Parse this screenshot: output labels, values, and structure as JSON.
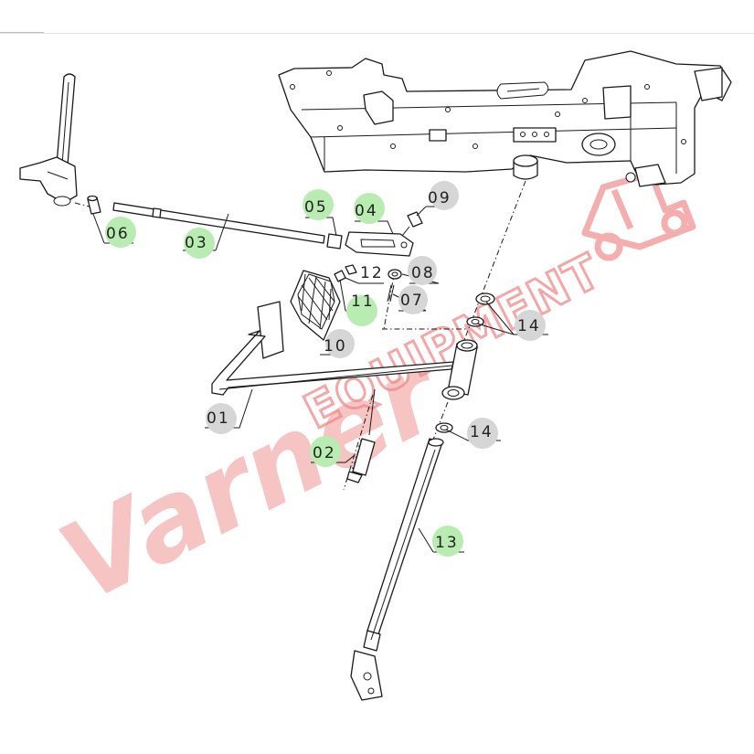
{
  "watermark": {
    "text": "Varner",
    "text2": "EQUIPMENT",
    "color": "#f08a8a"
  },
  "callouts": [
    {
      "id": "06",
      "style": "green"
    },
    {
      "id": "03",
      "style": "green"
    },
    {
      "id": "05",
      "style": "green"
    },
    {
      "id": "04",
      "style": "green"
    },
    {
      "id": "09",
      "style": "gray"
    },
    {
      "id": "12",
      "style": "none"
    },
    {
      "id": "08",
      "style": "gray"
    },
    {
      "id": "11",
      "style": "green"
    },
    {
      "id": "07",
      "style": "gray"
    },
    {
      "id": "10",
      "style": "gray"
    },
    {
      "id": "14",
      "style": "gray"
    },
    {
      "id": "01",
      "style": "gray"
    },
    {
      "id": "14",
      "style": "gray"
    },
    {
      "id": "02",
      "style": "green"
    },
    {
      "id": "13",
      "style": "green"
    }
  ],
  "colors": {
    "green_marker": "#b9ecb0",
    "gray_marker": "#d6d6d6",
    "line": "#1a1a1a"
  }
}
